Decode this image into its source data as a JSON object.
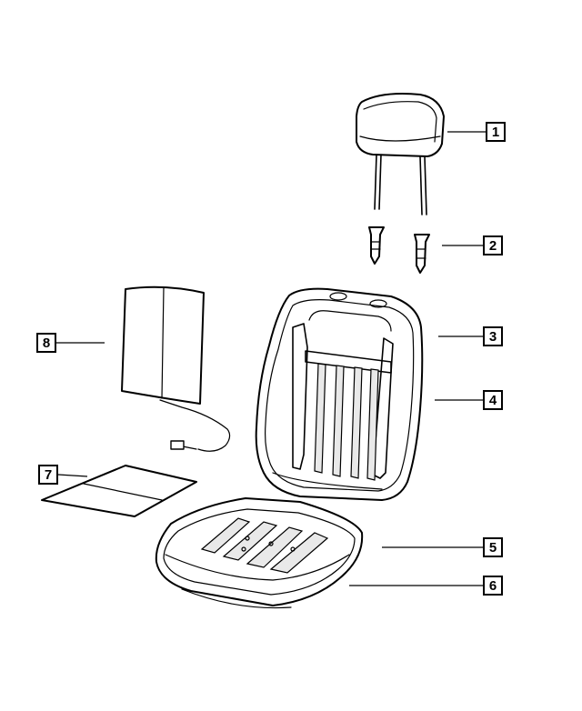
{
  "diagram": {
    "callouts": [
      {
        "id": "callout-1",
        "label": "1"
      },
      {
        "id": "callout-2",
        "label": "2"
      },
      {
        "id": "callout-3",
        "label": "3"
      },
      {
        "id": "callout-4",
        "label": "4"
      },
      {
        "id": "callout-5",
        "label": "5"
      },
      {
        "id": "callout-6",
        "label": "6"
      },
      {
        "id": "callout-7",
        "label": "7"
      },
      {
        "id": "callout-8",
        "label": "8"
      }
    ]
  }
}
